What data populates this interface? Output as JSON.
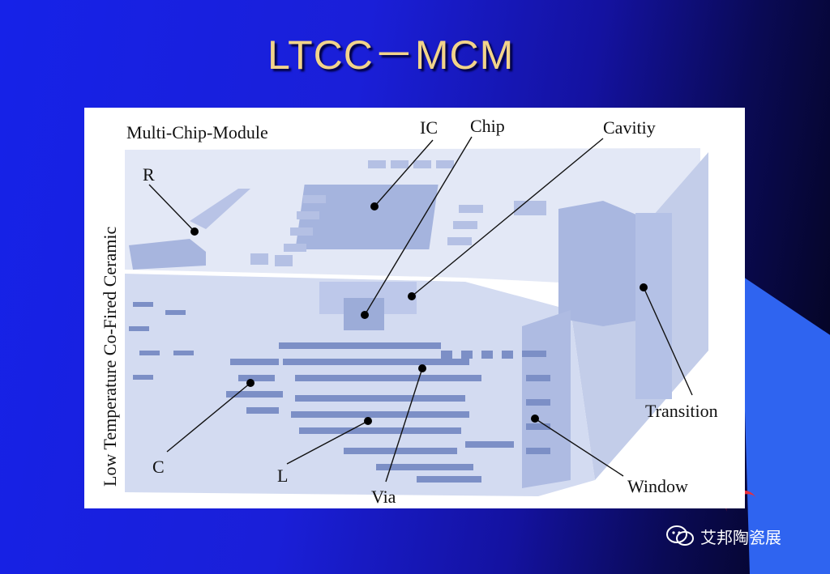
{
  "slide": {
    "title": "LTCC－MCM",
    "watermark_text": "艾邦陶瓷展",
    "watermark_icon": "wechat-icon"
  },
  "figure": {
    "caption_top": "Multi-Chip-Module",
    "caption_side": "Low Temperature Co-Fired Ceramic",
    "labels": {
      "ic": "IC",
      "chip": "Chip",
      "cavity": "Cavitiy",
      "r": "R",
      "transition": "Transition",
      "c": "C",
      "l": "L",
      "via": "Via",
      "window": "Window"
    }
  },
  "colors": {
    "background_left": "#1622e8",
    "background_right": "#030318",
    "title": "#f2d48a",
    "module_body": "#c8d4ef",
    "module_dark": "#7c8fc6"
  }
}
